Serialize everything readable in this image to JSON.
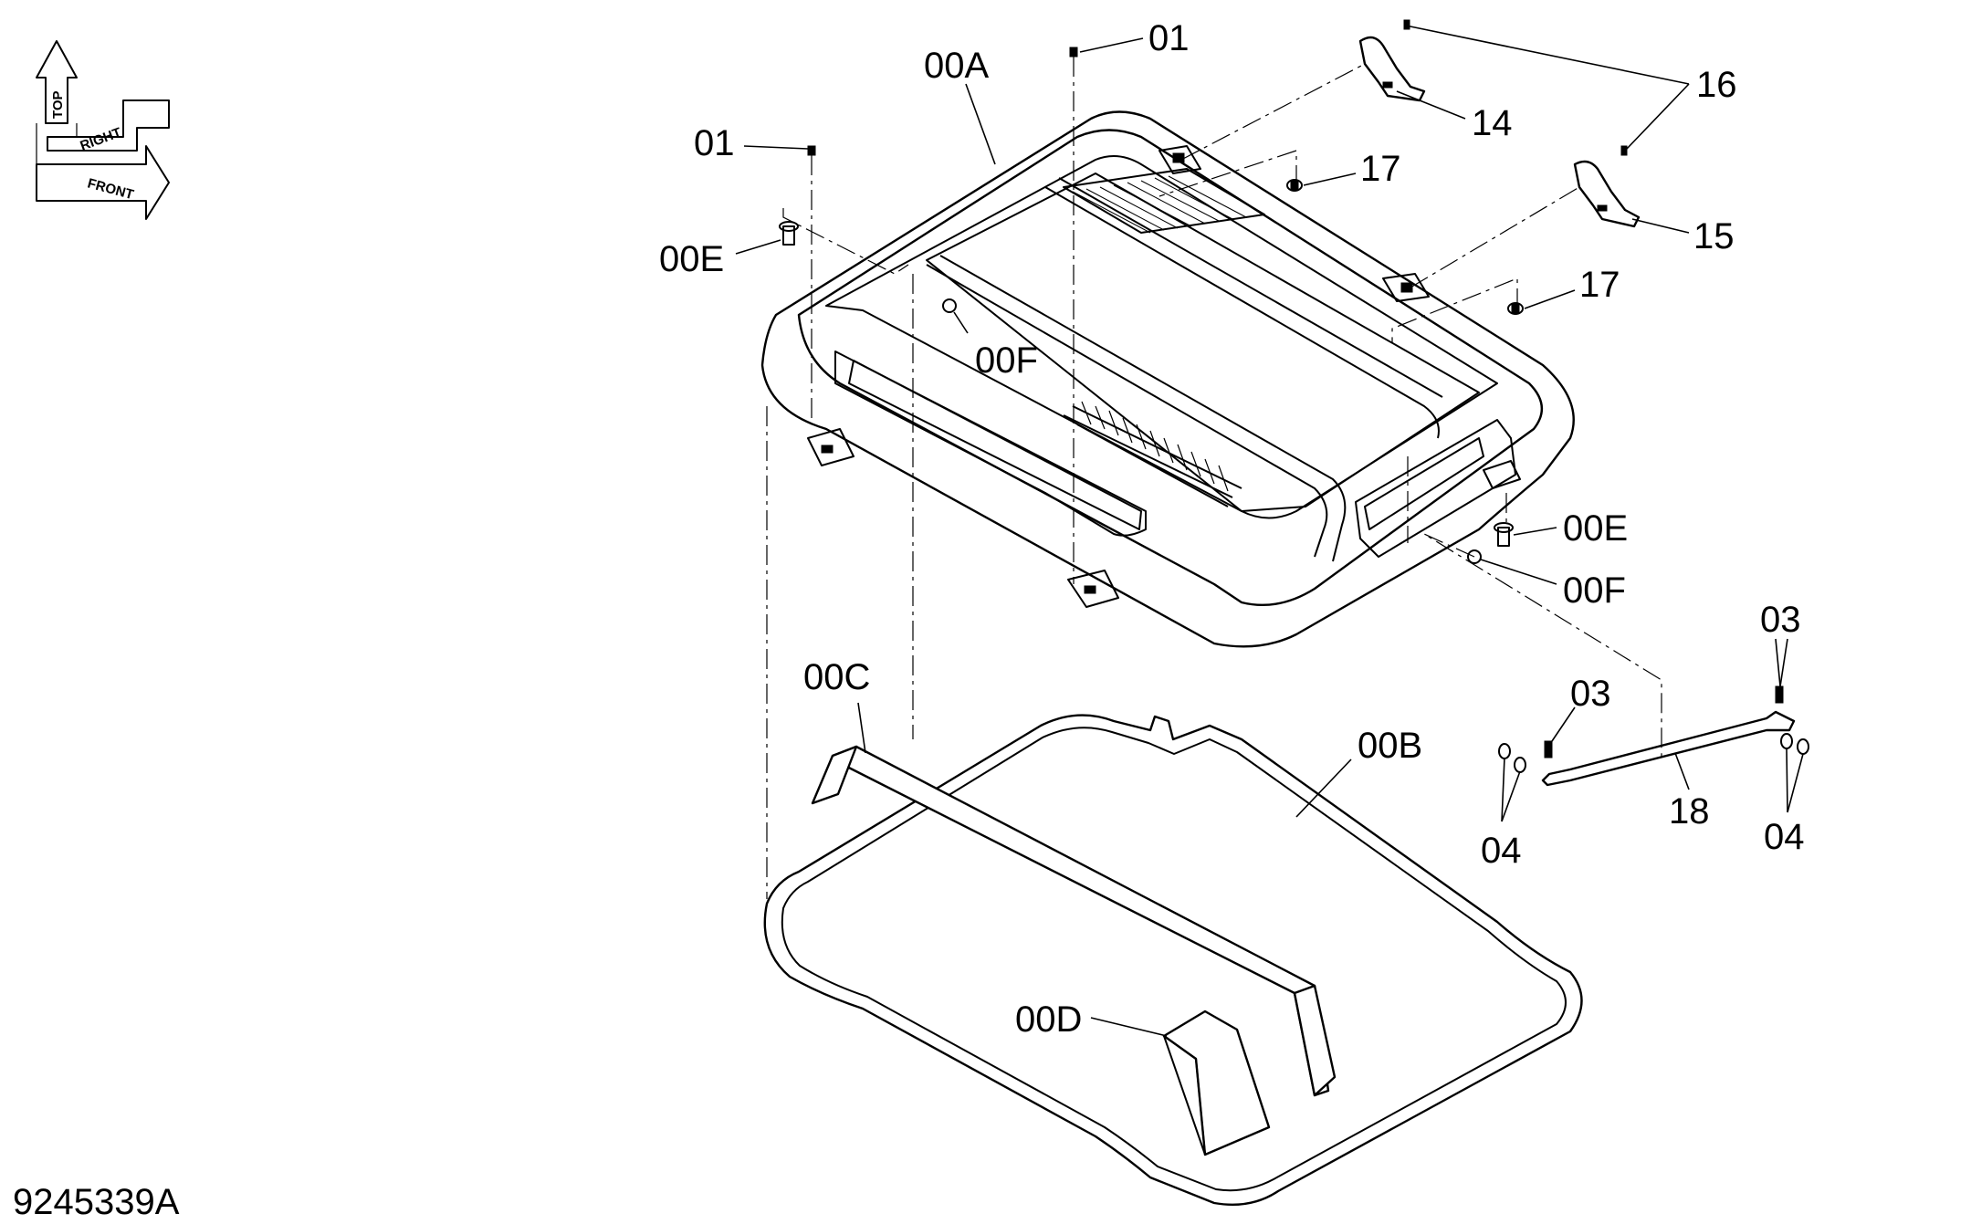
{
  "diagram": {
    "document_id": "9245339A",
    "orientation": {
      "top": "TOP",
      "right": "RIGHT",
      "front": "FRONT"
    },
    "callouts": {
      "c01a": "01",
      "c01b": "01",
      "c00A": "00A",
      "c00B": "00B",
      "c00C": "00C",
      "c00D": "00D",
      "c00E_left": "00E",
      "c00E_right": "00E",
      "c00F_left": "00F",
      "c00F_right": "00F",
      "c03a": "03",
      "c03b": "03",
      "c04a": "04",
      "c04b": "04",
      "c14": "14",
      "c15": "15",
      "c16": "16",
      "c17a": "17",
      "c17b": "17",
      "c18": "18"
    }
  }
}
